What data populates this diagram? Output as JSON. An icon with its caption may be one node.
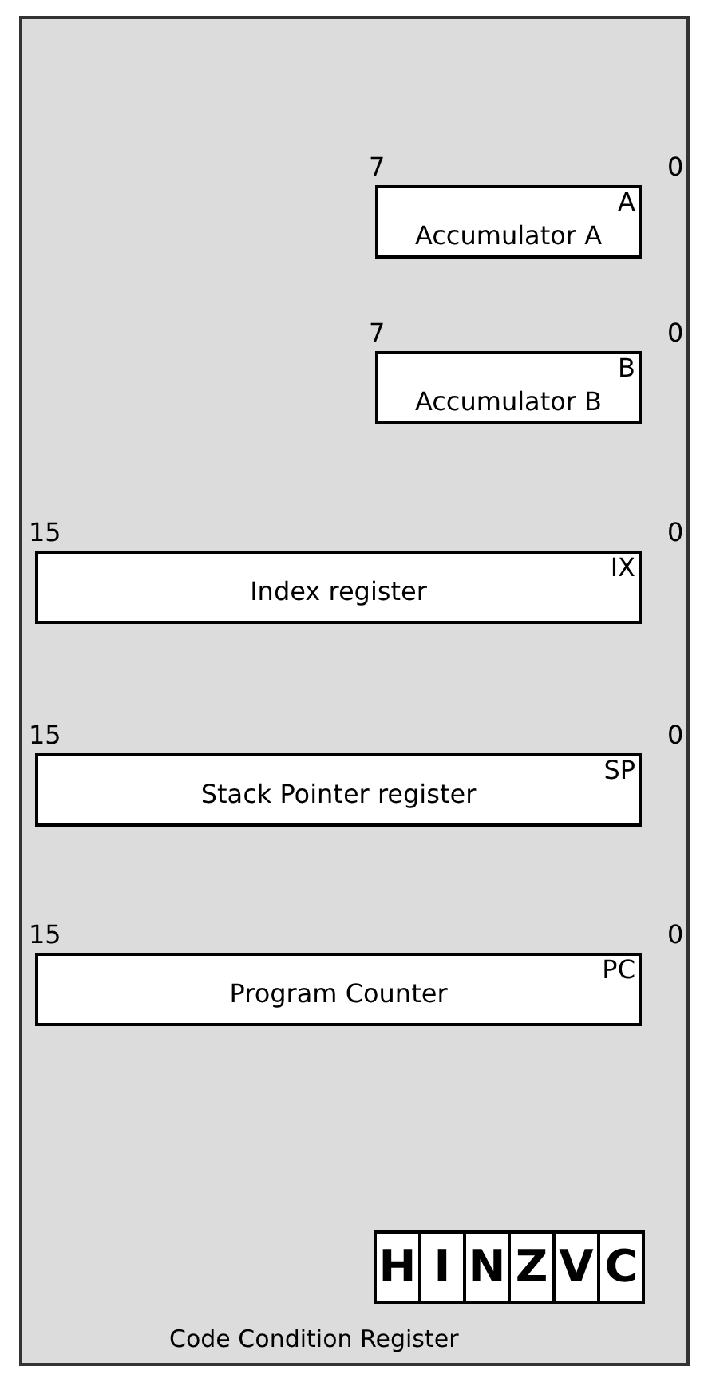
{
  "diagram": {
    "nodes": [
      {
        "text": [],
        "shape": "box"
      },
      {
        "text": [
          "A",
          "Accumulator A"
        ],
        "beside": [
          "7",
          "0"
        ],
        "in": 0
      },
      {
        "text": [
          "B",
          "Accumulator B"
        ],
        "beside": [
          "7",
          "0"
        ],
        "in": 0
      },
      {
        "text": [
          "IX",
          "Index register"
        ],
        "beside": [
          "15",
          "0"
        ],
        "in": 0
      },
      {
        "text": [
          "SP",
          "Stack Pointer register"
        ],
        "beside": [
          "15",
          "0"
        ],
        "in": 0
      },
      {
        "text": [
          "PC",
          "Program Counter"
        ],
        "beside": [
          "15",
          "0"
        ],
        "in": 0
      },
      {
        "text": [
          "H"
        ],
        "in": 0
      },
      {
        "text": [
          "I"
        ],
        "in": 0
      },
      {
        "text": [
          "N"
        ],
        "in": 0
      },
      {
        "text": [
          "Z"
        ],
        "in": 0
      },
      {
        "text": [
          "V"
        ],
        "in": 0
      },
      {
        "text": [
          "C"
        ],
        "in": 0
      }
    ],
    "edges": [],
    "labels": [
      "Code Condition Register"
    ]
  }
}
